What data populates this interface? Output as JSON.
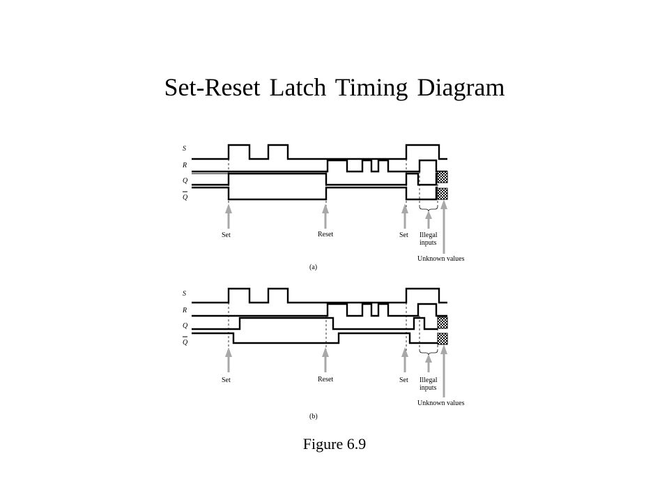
{
  "title": "Set-Reset Latch Timing Diagram",
  "caption": "Figure 6.9",
  "signals": [
    "S",
    "R",
    "Q",
    "Q"
  ],
  "panels": [
    {
      "label": "(a)",
      "annotations": {
        "set_1": "Set",
        "reset": "Reset",
        "set_2": "Set",
        "illegal_1": "Illegal",
        "illegal_2": "inputs",
        "unknown": "Unknown values"
      }
    },
    {
      "label": "(b)",
      "annotations": {
        "set_1": "Set",
        "reset": "Reset",
        "set_2": "Set",
        "illegal_1": "Illegal",
        "illegal_2": "inputs",
        "unknown": "Unknown values"
      }
    }
  ]
}
